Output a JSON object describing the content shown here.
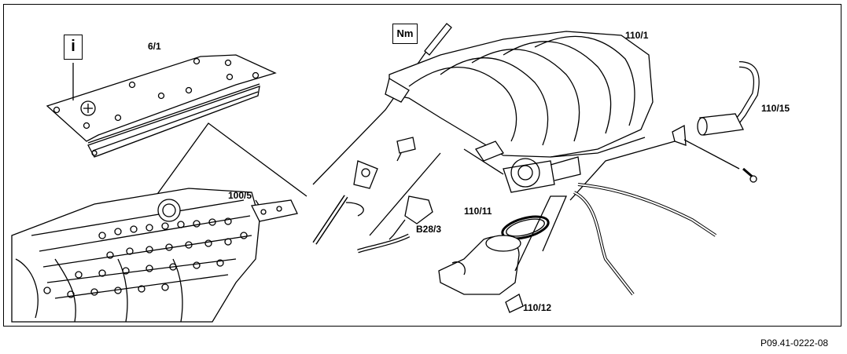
{
  "info_box": "i",
  "torque_box": "Nm",
  "labels": {
    "cover": "6/1",
    "gasket": "100/5",
    "manifold": "110/1",
    "hose": "110/15",
    "seal": "110/11",
    "sensor": "B28/3",
    "pipe": "110/12"
  },
  "figure_ref": "P09.41-0222-08"
}
